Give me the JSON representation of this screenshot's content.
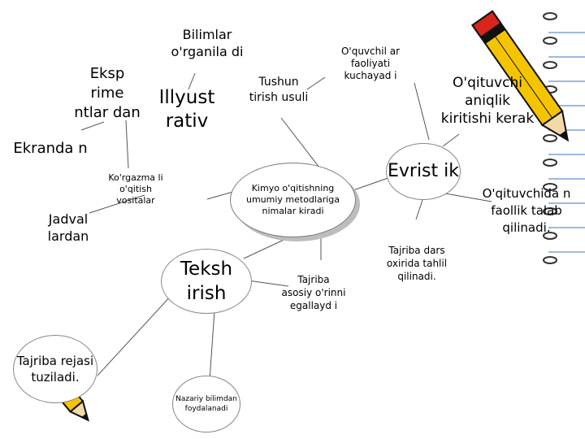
{
  "diagram": {
    "center": {
      "label": "Kimyo o'qitishning umumiy metodlariga nimalar kiradi"
    },
    "nodes": {
      "bilimlar": "Bilimlar o'rganila di",
      "eksperimentlar": "Eksp rime ntlar dan",
      "ekranda": "Ekranda n",
      "illyustrativ": "Illyust rativ",
      "tushuntirish": "Tushun tirish usuli",
      "oquvchi": "O'quvchil ar faoliyati kuchayad i",
      "oqituvchi_aniqlik": "O'qituvchi aniqlik kiritishi kerak",
      "korgazmali": "Ko'rgazma li o'qitish vositalar",
      "jadvallardan": "Jadval lardan",
      "evristik": "Evrist ik",
      "oqituvchida": "O'qituvchida n faollik talab qilinadi.",
      "tajriba_dars": "Tajriba dars oxirida tahlil qilinadi.",
      "tekshirish": "Teksh irish",
      "tajriba_asosiy": "Tajriba asosiy o'rinni egallayd i",
      "tajriba_rejasi": "Tajriba rejasi tuziladi.",
      "nazariy": "Nazariy bilimdan foydalanadi"
    }
  },
  "colors": {
    "line": "#555555",
    "node_border": "#888888",
    "pencil_yellow": "#f5c400",
    "pencil_black": "#111111",
    "pencil_red": "#d8261c",
    "notebook_line": "#3b73c4",
    "notebook_spiral": "#333333"
  },
  "decorations": [
    "notebook-icon",
    "pencil-icon",
    "small-pencil-icon"
  ]
}
